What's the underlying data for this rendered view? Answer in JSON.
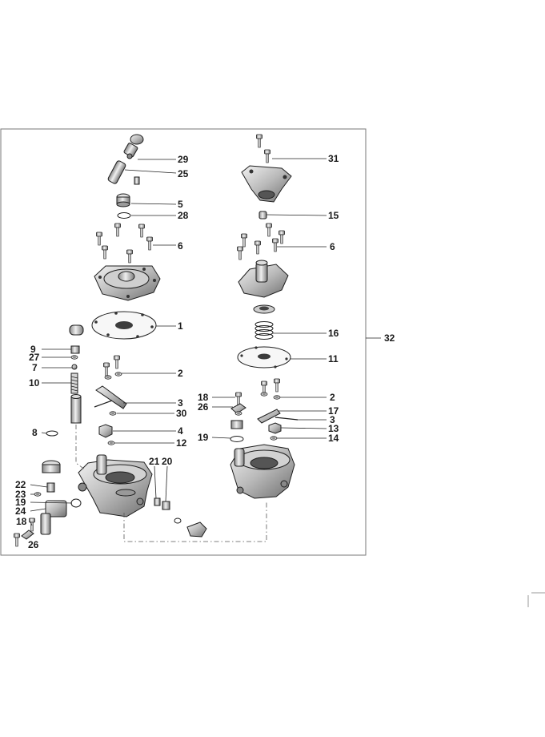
{
  "diagram": {
    "callouts": [
      {
        "id": "c29",
        "text": "29"
      },
      {
        "id": "c25",
        "text": "25"
      },
      {
        "id": "c5",
        "text": "5"
      },
      {
        "id": "c28",
        "text": "28"
      },
      {
        "id": "c6a",
        "text": "6"
      },
      {
        "id": "c1",
        "text": "1"
      },
      {
        "id": "c2a",
        "text": "2"
      },
      {
        "id": "c3a",
        "text": "3"
      },
      {
        "id": "c30",
        "text": "30"
      },
      {
        "id": "c4",
        "text": "4"
      },
      {
        "id": "c12",
        "text": "12"
      },
      {
        "id": "c9",
        "text": "9"
      },
      {
        "id": "c27",
        "text": "27"
      },
      {
        "id": "c7",
        "text": "7"
      },
      {
        "id": "c10",
        "text": "10"
      },
      {
        "id": "c8",
        "text": "8"
      },
      {
        "id": "c21",
        "text": "21"
      },
      {
        "id": "c20",
        "text": "20"
      },
      {
        "id": "c22",
        "text": "22"
      },
      {
        "id": "c23",
        "text": "23"
      },
      {
        "id": "c19a",
        "text": "19"
      },
      {
        "id": "c24",
        "text": "24"
      },
      {
        "id": "c18a",
        "text": "18"
      },
      {
        "id": "c26a",
        "text": "26"
      },
      {
        "id": "c31",
        "text": "31"
      },
      {
        "id": "c15",
        "text": "15"
      },
      {
        "id": "c6b",
        "text": "6"
      },
      {
        "id": "c16",
        "text": "16"
      },
      {
        "id": "c11",
        "text": "11"
      },
      {
        "id": "c2b",
        "text": "2"
      },
      {
        "id": "c18b",
        "text": "18"
      },
      {
        "id": "c26b",
        "text": "26"
      },
      {
        "id": "c17",
        "text": "17"
      },
      {
        "id": "c3b",
        "text": "3"
      },
      {
        "id": "c13",
        "text": "13"
      },
      {
        "id": "c14",
        "text": "14"
      },
      {
        "id": "c19b",
        "text": "19"
      },
      {
        "id": "c32",
        "text": "32"
      }
    ]
  }
}
